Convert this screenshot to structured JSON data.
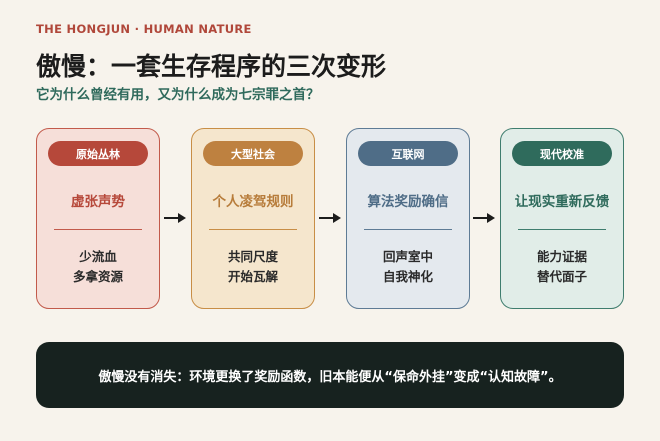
{
  "brand": "THE HONGJUN · HUMAN NATURE",
  "title": "傲慢：一套生存程序的三次变形",
  "subtitle": "它为什么曾经有用，又为什么成为七宗罪之首？",
  "stages": [
    {
      "era": "原始丛林",
      "headline": "虚张声势",
      "lines": [
        "少流血",
        "多拿资源"
      ],
      "colors": {
        "fill": "#f6dfd9",
        "border": "#c25a4b",
        "pill": "#b6483a",
        "text": "#b6483a",
        "rule": "#c25a4b"
      }
    },
    {
      "era": "大型社会",
      "headline": "个人凌驾规则",
      "lines": [
        "共同尺度",
        "开始瓦解"
      ],
      "colors": {
        "fill": "#f5e6cd",
        "border": "#c88e46",
        "pill": "#be8140",
        "text": "#b77c3a",
        "rule": "#c88e46"
      }
    },
    {
      "era": "互联网",
      "headline": "算法奖励确信",
      "lines": [
        "回声室中",
        "自我神化"
      ],
      "colors": {
        "fill": "#e4e9ee",
        "border": "#5e7b95",
        "pill": "#4f6d87",
        "text": "#4f6d87",
        "rule": "#5e7b95"
      }
    },
    {
      "era": "现代校准",
      "headline": "让现实重新反馈",
      "lines": [
        "能力证据",
        "替代面子"
      ],
      "colors": {
        "fill": "#e1ede8",
        "border": "#3f7d6e",
        "pill": "#2f6b5c",
        "text": "#2f6b5c",
        "rule": "#3f7d6e"
      }
    }
  ],
  "conclusion": "傲慢没有消失：环境更换了奖励函数，旧本能便从“保命外挂”变成“认知故障”。"
}
